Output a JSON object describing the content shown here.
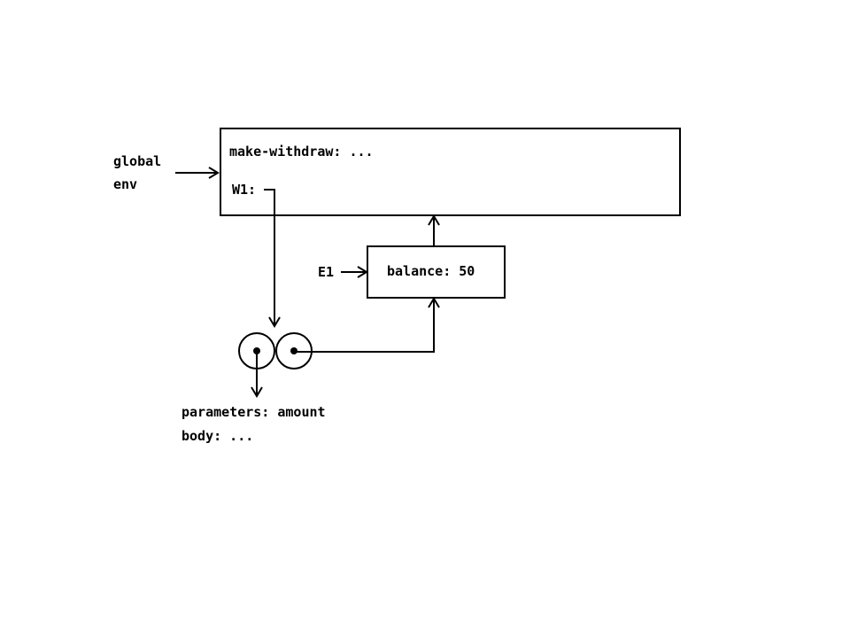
{
  "global_env": {
    "label_line1": "global",
    "label_line2": "env",
    "binding_make_withdraw": "make-withdraw: ...",
    "binding_w1": "W1:"
  },
  "e1_frame": {
    "env_label": "E1",
    "binding_balance": "balance: 50"
  },
  "procedure": {
    "parameters": "parameters: amount",
    "body": "body: ..."
  },
  "colors": {
    "ink": "#000000",
    "background": "#ffffff"
  }
}
